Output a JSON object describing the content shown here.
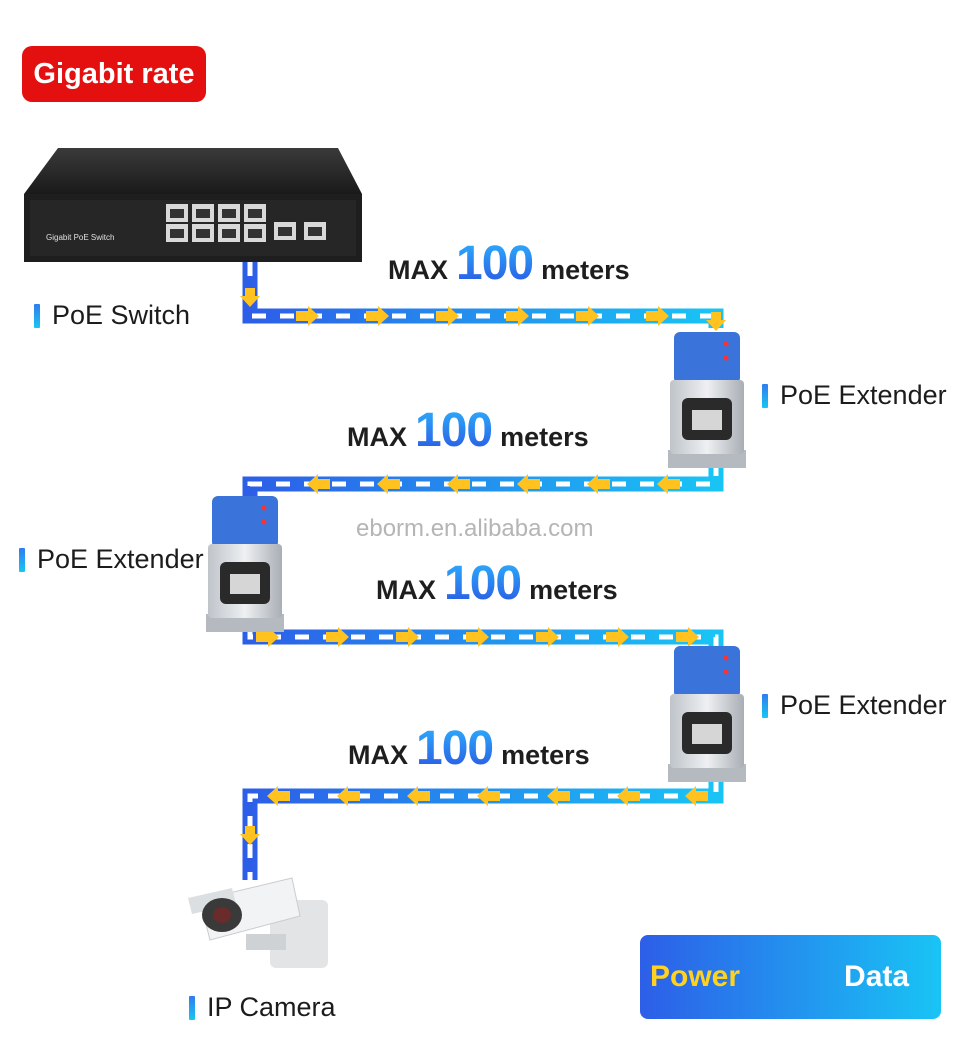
{
  "badge": "Gigabit rate",
  "switch": {
    "label": "PoE Switch",
    "model_text": "Gigabit PoE Switch"
  },
  "extenders": [
    {
      "label": "PoE Extender"
    },
    {
      "label": "PoE Extender"
    },
    {
      "label": "PoE Extender"
    }
  ],
  "camera": {
    "label": "IP Camera"
  },
  "segments": [
    {
      "prefix": "MAX",
      "value": "100",
      "suffix": "meters"
    },
    {
      "prefix": "MAX",
      "value": "100",
      "suffix": "meters"
    },
    {
      "prefix": "MAX",
      "value": "100",
      "suffix": "meters"
    },
    {
      "prefix": "MAX",
      "value": "100",
      "suffix": "meters"
    }
  ],
  "watermark": "eborm.en.alibaba.com",
  "legend": {
    "power": "Power",
    "data": "Data"
  },
  "colors": {
    "badge": "#e40f0f",
    "cable_start": "#2d5ee8",
    "cable_end": "#19c4f5",
    "power_arrow": "#ffc21f",
    "data_dash": "#ffffff"
  }
}
